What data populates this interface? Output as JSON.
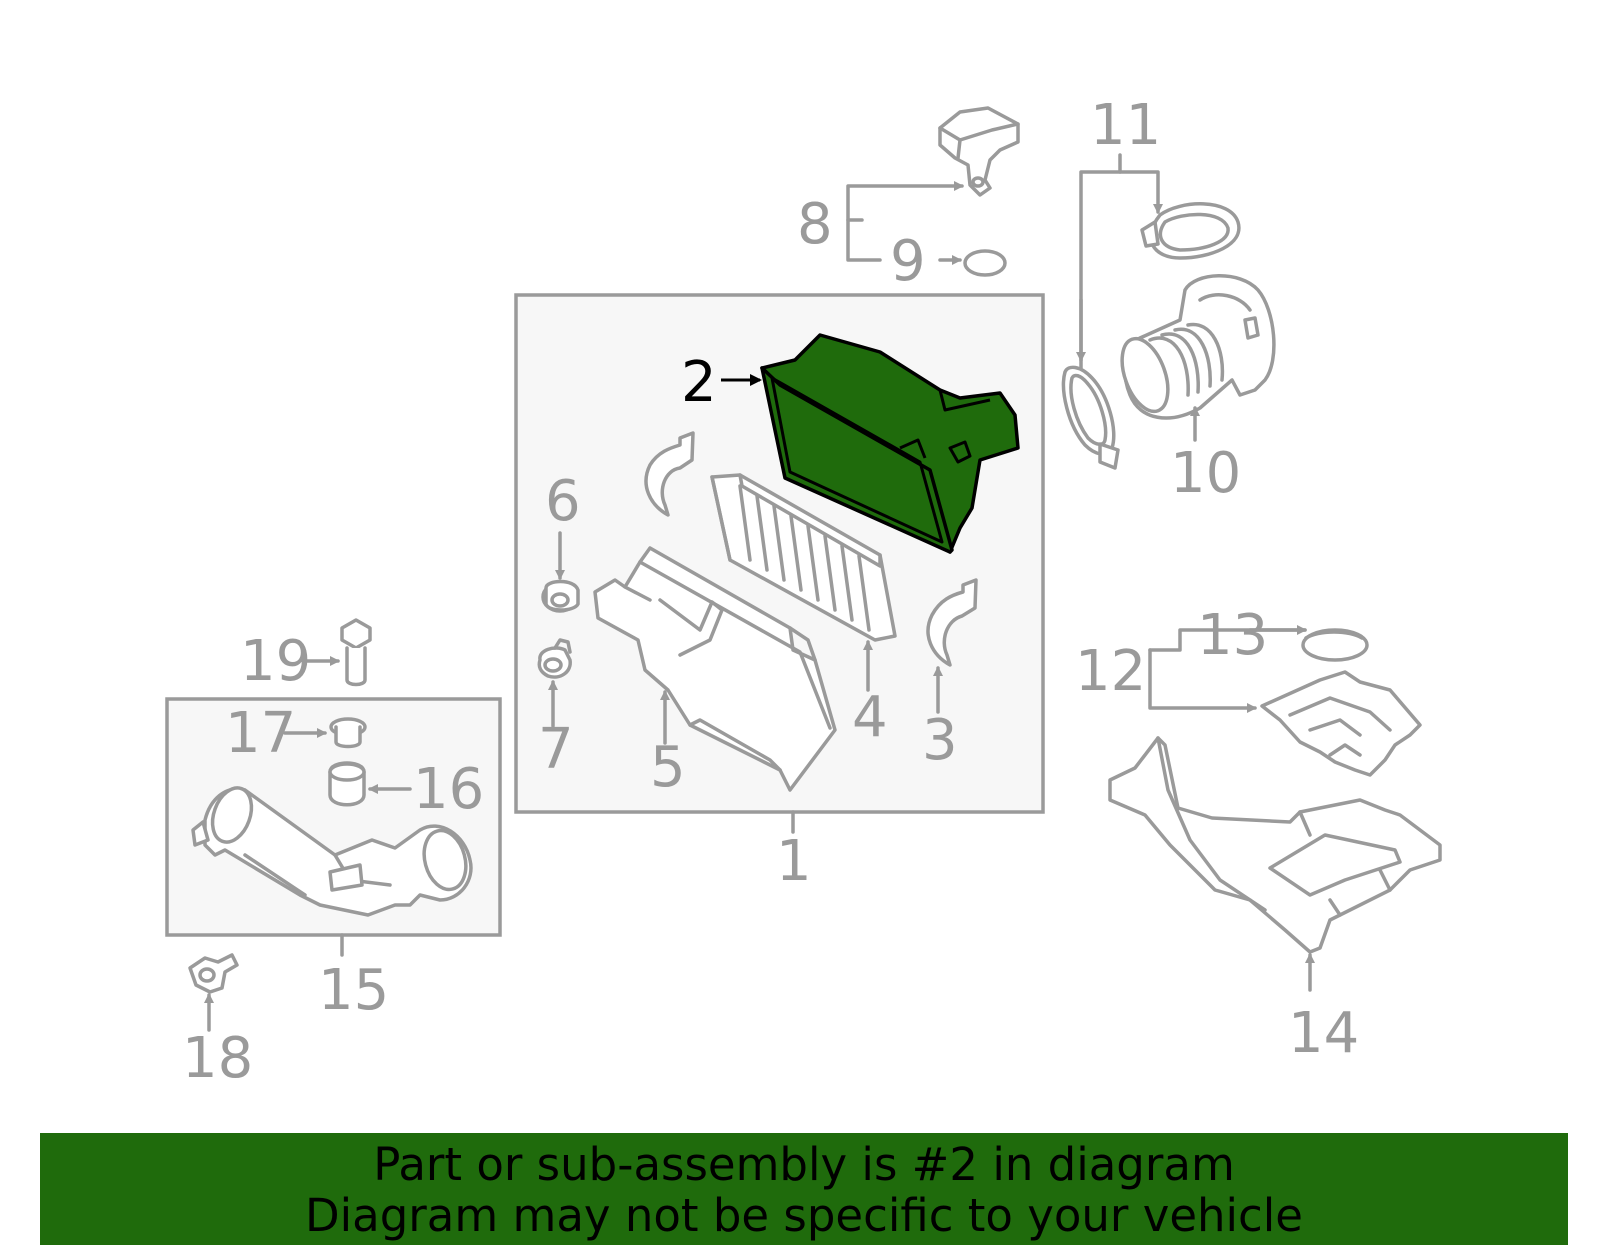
{
  "diagram": {
    "highlighted_part": "2",
    "highlight_color": "#1f6b0c",
    "line_color": "#9a9a9a",
    "callouts": [
      {
        "id": "c1",
        "label": "1"
      },
      {
        "id": "c2",
        "label": "2"
      },
      {
        "id": "c3",
        "label": "3"
      },
      {
        "id": "c4",
        "label": "4"
      },
      {
        "id": "c5",
        "label": "5"
      },
      {
        "id": "c6",
        "label": "6"
      },
      {
        "id": "c7",
        "label": "7"
      },
      {
        "id": "c8",
        "label": "8"
      },
      {
        "id": "c9",
        "label": "9"
      },
      {
        "id": "c10",
        "label": "10"
      },
      {
        "id": "c11",
        "label": "11"
      },
      {
        "id": "c12",
        "label": "12"
      },
      {
        "id": "c13",
        "label": "13"
      },
      {
        "id": "c14",
        "label": "14"
      },
      {
        "id": "c15",
        "label": "15"
      },
      {
        "id": "c16",
        "label": "16"
      },
      {
        "id": "c17",
        "label": "17"
      },
      {
        "id": "c18",
        "label": "18"
      },
      {
        "id": "c19",
        "label": "19"
      }
    ]
  },
  "banner": {
    "line1": "Part or sub-assembly is #2 in diagram",
    "line2": "Diagram may not be specific to your vehicle",
    "background": "#1f6b0c"
  }
}
